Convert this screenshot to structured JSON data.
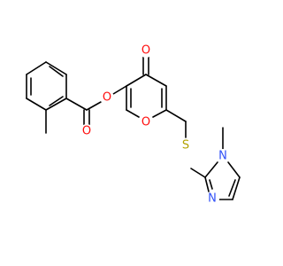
{
  "structure": {
    "atoms": {
      "O_ester": {
        "symbol": "O",
        "color": "#ff0d0d"
      },
      "O_carbonyl": {
        "symbol": "O",
        "color": "#ff0d0d"
      },
      "O_ketone": {
        "symbol": "O",
        "color": "#ff0d0d"
      },
      "O_ring": {
        "symbol": "O",
        "color": "#ff0d0d"
      },
      "S": {
        "symbol": "S",
        "color": "#b2a200"
      },
      "N_methyl": {
        "symbol": "N",
        "color": "#3050f8"
      },
      "N_ring": {
        "symbol": "N",
        "color": "#3050f8"
      }
    },
    "bond_color": "#000000"
  }
}
